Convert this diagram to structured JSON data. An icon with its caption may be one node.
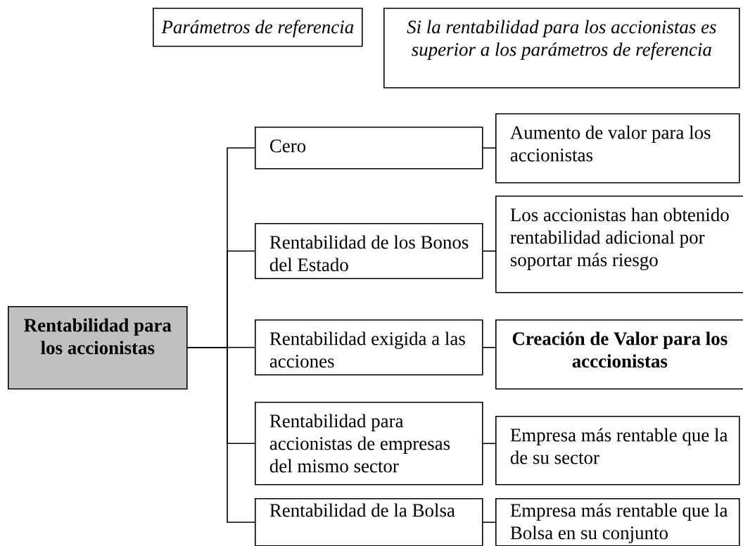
{
  "diagram": {
    "nodes": [
      {
        "text": [
          "Parámetros de referencia"
        ]
      },
      {
        "text": [
          "Si la rentabilidad para los accionistas es superior a los parámetros de referencia"
        ]
      },
      {
        "text": [
          "Rentabilidad para los accionistas"
        ]
      },
      {
        "text": [
          "Cero"
        ]
      },
      {
        "text": [
          "Rentabilidad de los Bonos del Estado"
        ]
      },
      {
        "text": [
          "Rentabilidad exigida a las acciones"
        ]
      },
      {
        "text": [
          "Rentabilidad para accionistas de empresas del mismo sector"
        ]
      },
      {
        "text": [
          "Rentabilidad de la Bolsa"
        ]
      },
      {
        "text": [
          "Aumento de valor para los accionistas"
        ]
      },
      {
        "text": [
          "Los accionistas han obtenido rentabilidad adicional por soportar más riesgo"
        ]
      },
      {
        "text": [
          "Creación de Valor para los acccionistas"
        ]
      },
      {
        "text": [
          "Empresa más rentable que la de su sector"
        ]
      },
      {
        "text": [
          "Empresa más rentable que la Bolsa en su conjunto"
        ]
      }
    ],
    "edges": [
      {
        "from": 2,
        "to": 3,
        "arrow": "none"
      },
      {
        "from": 2,
        "to": 4,
        "arrow": "none"
      },
      {
        "from": 2,
        "to": 5,
        "arrow": "none"
      },
      {
        "from": 2,
        "to": 6,
        "arrow": "none"
      },
      {
        "from": 2,
        "to": 7,
        "arrow": "none"
      },
      {
        "from": 3,
        "to": 8,
        "arrow": "none"
      },
      {
        "from": 4,
        "to": 9,
        "arrow": "none"
      },
      {
        "from": 5,
        "to": 10,
        "arrow": "none"
      },
      {
        "from": 6,
        "to": 11,
        "arrow": "none"
      },
      {
        "from": 7,
        "to": 12,
        "arrow": "none"
      }
    ]
  }
}
